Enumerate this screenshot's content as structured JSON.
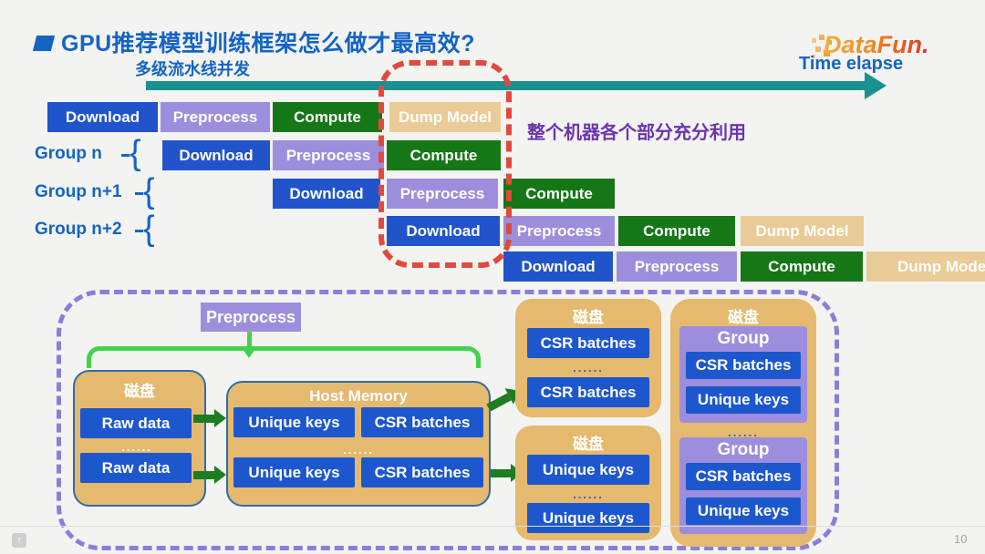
{
  "header": {
    "title": "GPU推荐模型训练框架怎么做才最高效?",
    "subtitle": "多级流水线并发",
    "time_axis_label": "Time elapse",
    "logo_text": "DataFun."
  },
  "annotation": "整个机器各个部分充分利用",
  "ellipsis": "......",
  "gantt": {
    "brace": "{",
    "group_labels": [
      "Group n",
      "Group n+1",
      "Group n+2"
    ],
    "rows": [
      {
        "tasks": [
          {
            "type": "download",
            "label": "Download"
          },
          {
            "type": "preprocess",
            "label": "Preprocess"
          },
          {
            "type": "compute",
            "label": "Compute"
          },
          {
            "type": "dump",
            "label": "Dump Model"
          }
        ]
      },
      {
        "tasks": [
          {
            "type": "download",
            "label": "Download"
          },
          {
            "type": "preprocess",
            "label": "Preprocess"
          },
          {
            "type": "compute",
            "label": "Compute"
          }
        ]
      },
      {
        "tasks": [
          {
            "type": "download",
            "label": "Download"
          },
          {
            "type": "preprocess",
            "label": "Preprocess"
          },
          {
            "type": "compute",
            "label": "Compute"
          }
        ]
      },
      {
        "tasks": [
          {
            "type": "download",
            "label": "Download"
          },
          {
            "type": "preprocess",
            "label": "Preprocess"
          },
          {
            "type": "compute",
            "label": "Compute"
          },
          {
            "type": "dump",
            "label": "Dump Model"
          }
        ]
      },
      {
        "tasks": [
          {
            "type": "download",
            "label": "Download"
          },
          {
            "type": "preprocess",
            "label": "Preprocess"
          },
          {
            "type": "compute",
            "label": "Compute"
          },
          {
            "type": "dump",
            "label": "Dump Model"
          }
        ]
      }
    ]
  },
  "diagram": {
    "preprocess_label": "Preprocess",
    "disk_raw": {
      "title": "磁盘",
      "items": [
        "Raw data",
        "Raw data"
      ]
    },
    "host_memory": {
      "title": "Host Memory",
      "rows": [
        [
          "Unique keys",
          "CSR batches"
        ],
        [
          "Unique keys",
          "CSR batches"
        ]
      ]
    },
    "disk_csr": {
      "title": "磁盘",
      "items": [
        "CSR batches",
        "CSR batches"
      ]
    },
    "disk_keys": {
      "title": "磁盘",
      "items": [
        "Unique keys",
        "Unique keys"
      ]
    },
    "disk_groups": {
      "title": "磁盘",
      "groups": [
        {
          "title": "Group",
          "items": [
            "CSR batches",
            "Unique keys"
          ]
        },
        {
          "title": "Group",
          "items": [
            "CSR batches",
            "Unique keys"
          ]
        }
      ]
    }
  },
  "footer": {
    "page_number": "10",
    "share_icon": "↑"
  },
  "colors": {
    "title_blue": "#1464c4",
    "task_blue": "#2154cb",
    "task_purple": "#9d8edd",
    "task_green": "#167716",
    "task_tan": "#e9cb97",
    "timeline_teal": "#189190",
    "highlight_red": "#e2493e",
    "container_purple": "#8b7ed8",
    "annotation_purple": "#6a35ad",
    "diagram_tan": "#e5b96e",
    "inner_blue": "#1d57ce",
    "bright_green": "#43d34b",
    "arrow_green": "#1e7d20",
    "background": "#f3f3f1"
  }
}
